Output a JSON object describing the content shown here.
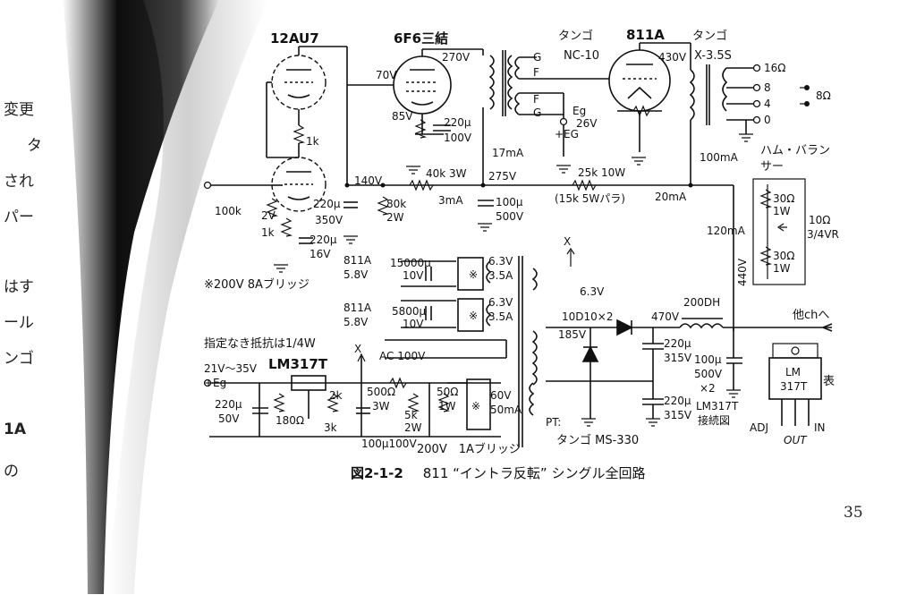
{
  "margin_text": [
    "変更",
    "タ",
    "され",
    "パー",
    "はす",
    "ール",
    "ンゴ",
    "1A",
    "の"
  ],
  "caption": {
    "figure": "図2-1-2",
    "title": "811 “イントラ反転” シングル全回路"
  },
  "page_number": "35",
  "tubes": {
    "t1": "12AU7",
    "t2": "6F6三結",
    "t3": "811A"
  },
  "transformers": {
    "interstage_brand": "タンゴ",
    "interstage_model": "NC-10",
    "output_brand": "タンゴ",
    "output_model": "X-3.5S",
    "pt_label": "PT:",
    "pt_model": "タンゴ MS-330"
  },
  "voltages": {
    "v70": "70V",
    "v270": "270V",
    "v430": "430V",
    "v85": "85V",
    "v140": "140V",
    "v275": "275V",
    "v2": "2V",
    "v26": "26V",
    "eg": "Eg",
    "peg": "+EG",
    "v440": "440V",
    "v470": "470V",
    "v185": "185V",
    "v63": "6.3V",
    "ac100": "AC 100V"
  },
  "currents": {
    "i17": "17mA",
    "i3": "3mA",
    "i20": "20mA",
    "i100": "100mA",
    "i120": "120mA"
  },
  "components": {
    "r1k_a": "1k",
    "r1k_b": "1k",
    "r100k": "100k",
    "c220_100a": "220μ",
    "c220_100b": "100V",
    "c220_16a": "220μ",
    "c220_16b": "16V",
    "c220_350a": "220μ",
    "c220_350b": "350V",
    "r80k_a": "80k",
    "r80k_b": "2W",
    "r40k": "40k 3W",
    "c100_500a": "100μ",
    "c100_500b": "500V",
    "r25k": "25k 10W",
    "r25k_note": "(15k 5Wパラ)",
    "hum_a": "ハム・バラン",
    "hum_b": "サー",
    "r30a_a": "30Ω",
    "r30a_b": "1W",
    "r30b_a": "30Ω",
    "r30b_b": "1W",
    "vr_a": "10Ω",
    "vr_b": "3/4VR",
    "h1_tube": "811A",
    "h1_volt": "5.8V",
    "h1_cap_a": "15000μ",
    "h1_cap_b": "10V",
    "h1_sec_a": "6.3V",
    "h1_sec_b": "3.5A",
    "h2_tube": "811A",
    "h2_volt": "5.8V",
    "h2_cap_a": "5800μ",
    "h2_cap_b": "10V",
    "h2_sec_a": "6.3V",
    "h2_sec_b": "3.5A",
    "bridge_note": "※200V 8Aブリッジ",
    "diode": "10D10×2",
    "choke": "200DH",
    "c220_315a": "220μ",
    "c220_315b": "315V",
    "c220_315c": "220μ",
    "c220_315d": "315V",
    "c100x2_a": "100μ",
    "c100x2_b": "500V",
    "c100x2_c": "×2",
    "other_ch": "他chへ",
    "resistor_note": "指定なき抵抗は1/4W",
    "reg_in_a": "21V～35V",
    "reg_in_b": "+Eg",
    "reg_ic": "LM317T",
    "c220_50a": "220μ",
    "c220_50b": "50V",
    "r180": "180Ω",
    "r2k": "2k",
    "r3k": "3k",
    "r500_a": "500Ω",
    "r500_b": "3W",
    "r5k_a": "5k",
    "r5k_b": "2W",
    "r50_a": "50Ω",
    "r50_b": "1W",
    "c100_100": "100μ100V",
    "sec60_a": "60V",
    "sec60_b": "50mA",
    "bridge1a": "200V　1Aブリッジ",
    "x1": "X",
    "x2": "X",
    "ic_pin_name_a": "LM",
    "ic_pin_name_b": "317T",
    "ic_face": "表",
    "ic_pin_adj": "ADJ",
    "ic_pin_out": "OUT",
    "ic_pin_in": "IN",
    "ic_caption_a": "LM317T",
    "ic_caption_b": "接続図"
  },
  "speaker_taps": [
    "16Ω",
    "8",
    "4",
    "0"
  ],
  "speaker_load": "8Ω",
  "grid_letters": {
    "g1": "G",
    "f1": "F",
    "f2": "F",
    "g2": "G"
  }
}
